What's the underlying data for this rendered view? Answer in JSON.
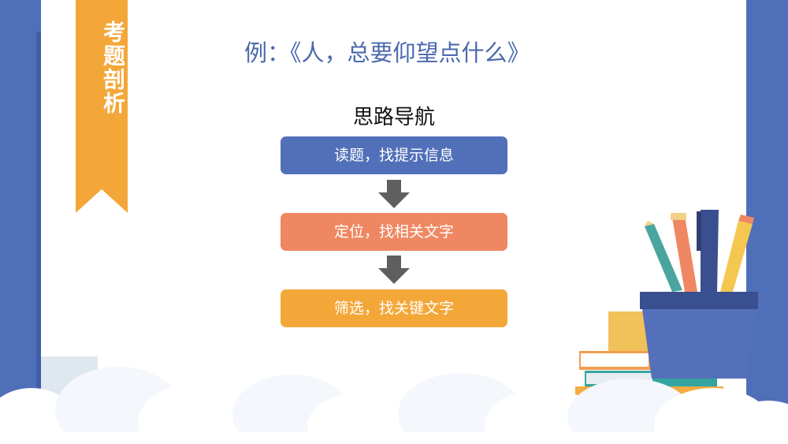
{
  "ribbon": {
    "title": "考题剖析"
  },
  "heading": "例：《人，总要仰望点什么》",
  "subheading": "思路导航",
  "steps": [
    {
      "label": "读题，找提示信息",
      "color": "#5270b9"
    },
    {
      "label": "定位，找相关文字",
      "color": "#ef8862"
    },
    {
      "label": "筛选，找关键文字",
      "color": "#f4a739"
    }
  ],
  "icons": {
    "arrows": "down-arrow-icon",
    "decoration": "pencil-cup-illustration"
  }
}
